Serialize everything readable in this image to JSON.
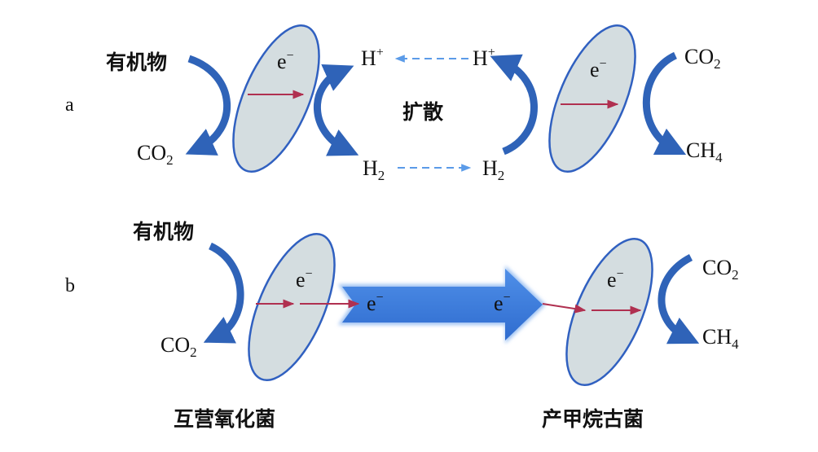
{
  "panels": {
    "a": {
      "label": "a",
      "organic": "有机物",
      "co2_out": "CO",
      "co2_out_sub": "2",
      "e_left": "e",
      "e_left_sup": "−",
      "h_plus_left": "H",
      "h_plus_left_sup": "+",
      "h_plus_right": "H",
      "h_plus_right_sup": "+",
      "diffusion": "扩散",
      "h2_left": "H",
      "h2_left_sub": "2",
      "h2_right": "H",
      "h2_right_sub": "2",
      "e_right": "e",
      "e_right_sup": "−",
      "co2_in": "CO",
      "co2_in_sub": "2",
      "ch4": "CH",
      "ch4_sub": "4"
    },
    "b": {
      "label": "b",
      "organic": "有机物",
      "co2_out": "CO",
      "co2_out_sub": "2",
      "e_left": "e",
      "e_left_sup": "−",
      "e_arrow_start": "e",
      "e_arrow_start_sup": "−",
      "e_arrow_end": "e",
      "e_arrow_end_sup": "−",
      "e_right": "e",
      "e_right_sup": "−",
      "co2_in": "CO",
      "co2_in_sub": "2",
      "ch4": "CH",
      "ch4_sub": "4"
    }
  },
  "captions": {
    "syntroph": "互营氧化菌",
    "methanogen": "产甲烷古菌"
  },
  "colors": {
    "cell_fill": "#d4dde0",
    "cell_stroke": "#3060c0",
    "curve_arrow": "#2f63b8",
    "dashed_arrow": "#5b9be8",
    "electron_arrow": "#b03050",
    "big_arrow": "#3f7fe0"
  }
}
